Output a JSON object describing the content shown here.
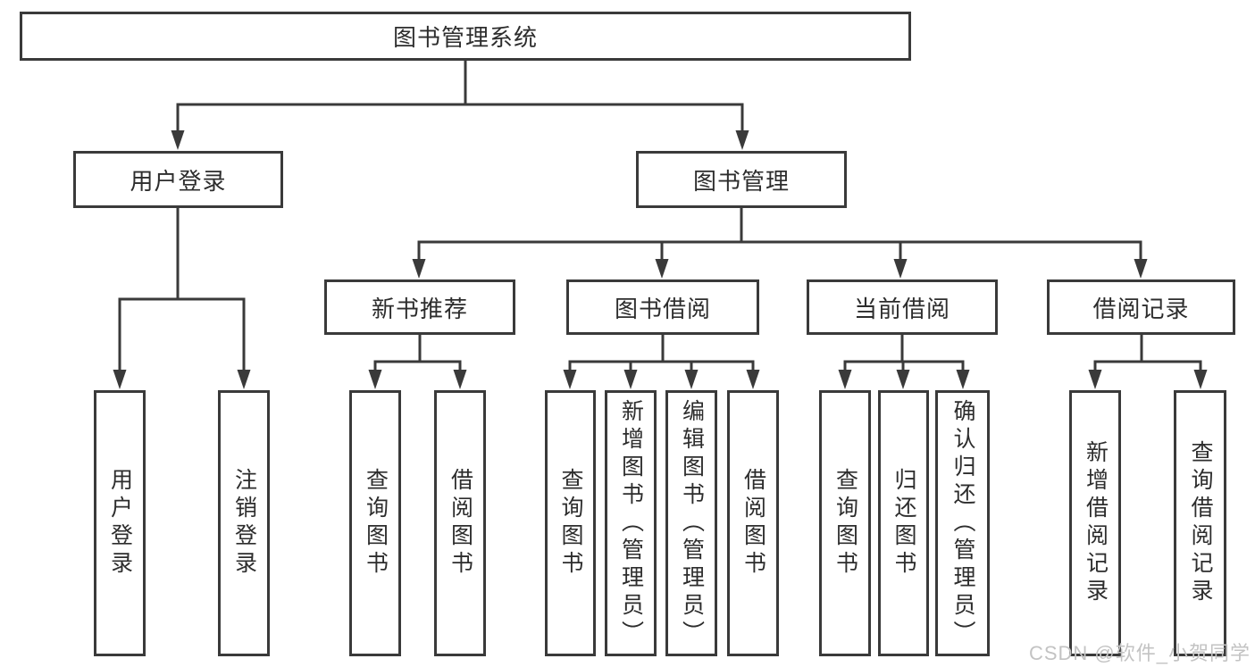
{
  "diagram": {
    "root": {
      "label": "图书管理系统"
    },
    "branches": [
      {
        "label": "用户登录",
        "children": [
          {
            "label": "用户登录"
          },
          {
            "label": "注销登录"
          }
        ]
      },
      {
        "label": "图书管理",
        "children": [
          {
            "label": "新书推荐",
            "children": [
              {
                "label": "查询图书"
              },
              {
                "label": "借阅图书"
              }
            ]
          },
          {
            "label": "图书借阅",
            "children": [
              {
                "label": "查询图书"
              },
              {
                "label": "新增图书（管理员）"
              },
              {
                "label": "编辑图书（管理员）"
              },
              {
                "label": "借阅图书"
              }
            ]
          },
          {
            "label": "当前借阅",
            "children": [
              {
                "label": "查询图书"
              },
              {
                "label": "归还图书"
              },
              {
                "label": "确认归还（管理员）"
              }
            ]
          },
          {
            "label": "借阅记录",
            "children": [
              {
                "label": "新增借阅记录"
              },
              {
                "label": "查询借阅记录"
              }
            ]
          }
        ]
      }
    ]
  },
  "watermark": "CSDN @软件_小贺同学",
  "colors": {
    "line": "#3a3a3a",
    "text": "#2d2d2d",
    "watermark": "#c3c3c3",
    "background": "#ffffff"
  }
}
